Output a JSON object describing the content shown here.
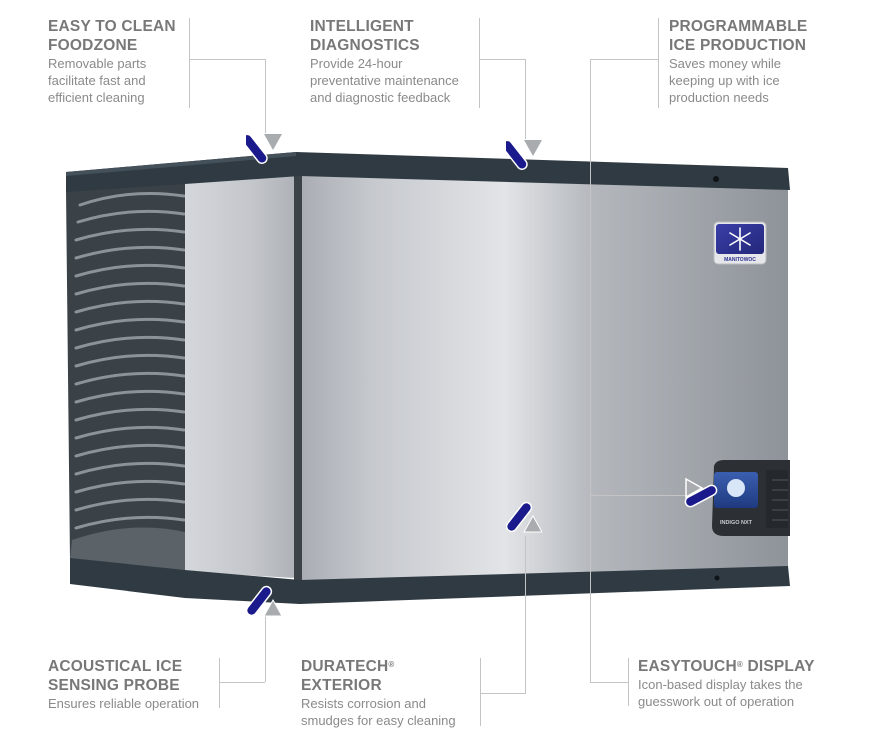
{
  "callouts": {
    "easy_clean": {
      "title_line1": "EASY TO CLEAN",
      "title_line2": "FOODZONE",
      "desc_lines": [
        "Removable parts",
        "facilitate fast and",
        "efficient cleaning"
      ]
    },
    "diagnostics": {
      "title_line1": "INTELLIGENT",
      "title_line2": "DIAGNOSTICS",
      "desc_lines": [
        "Provide 24-hour",
        "preventative maintenance",
        "and diagnostic feedback"
      ]
    },
    "programmable": {
      "title_line1": "PROGRAMMABLE",
      "title_line2": "ICE PRODUCTION",
      "desc_lines": [
        "Saves money while",
        "keeping up with ice",
        "production needs"
      ]
    },
    "acoustical": {
      "title_line1": "ACOUSTICAL ICE",
      "title_line2": "SENSING PROBE",
      "desc_lines": [
        "Ensures reliable operation"
      ]
    },
    "duratech": {
      "title_line1": "DURATECH",
      "title_line1_mark": "®",
      "title_line2": "EXTERIOR",
      "desc_lines": [
        "Resists corrosion and",
        "smudges for easy cleaning"
      ]
    },
    "easytouch": {
      "title_line1": "EASYTOUCH",
      "title_line1_mark": "®",
      "title_line1_suffix": " DISPLAY",
      "desc_lines": [
        "Icon-based display takes the",
        "guesswork out of operation"
      ]
    }
  },
  "machine": {
    "brand_label": "MANITOWOC",
    "display_label": "INDIGO NXT",
    "colors": {
      "trim": "#2f3a42",
      "steel_light": "#dcdee2",
      "steel_dark": "#8d9298",
      "marker_blue": "#1a1a8c",
      "marker_gray": "#a8acae",
      "logo_blue": "#2b2f8f"
    }
  }
}
